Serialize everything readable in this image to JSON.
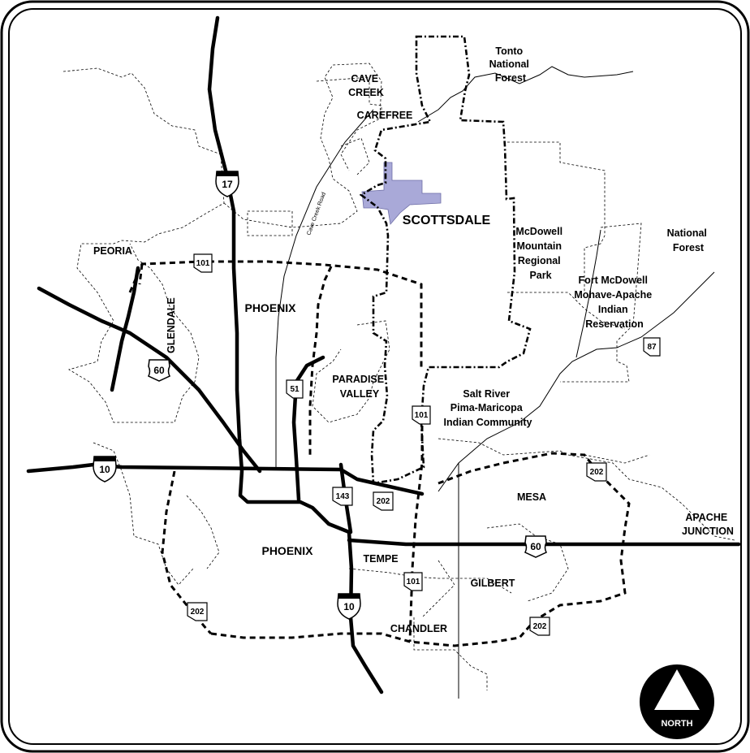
{
  "places": {
    "tonto": [
      "Tonto",
      "National",
      "Forest"
    ],
    "cave_creek": [
      "CAVE",
      "CREEK"
    ],
    "carefree": "CAREFREE",
    "scottsdale": "SCOTTSDALE",
    "mcdowell": [
      "McDowell",
      "Mountain",
      "Regional",
      "Park"
    ],
    "national_forest": [
      "National",
      "Forest"
    ],
    "fort_mcdowell": [
      "Fort McDowell",
      "Mohave-Apache",
      "Indian",
      "Reservation"
    ],
    "peoria": "PEORIA",
    "glendale": "GLENDALE",
    "phoenix_north": "PHOENIX",
    "phoenix_south": "PHOENIX",
    "paradise_valley": [
      "PARADISE",
      "VALLEY"
    ],
    "salt_river": [
      "Salt River",
      "Pima-Maricopa",
      "Indian Community"
    ],
    "mesa": "MESA",
    "apache_junction": [
      "APACHE",
      "JUNCTION"
    ],
    "tempe": "TEMPE",
    "gilbert": "GILBERT",
    "chandler": "CHANDLER"
  },
  "roads": {
    "cave_creek_road": "Cave Creek Road"
  },
  "shields": {
    "i17": "17",
    "i10_west": "10",
    "i10_south": "10",
    "us60_west": "60",
    "us60_east": "60",
    "sr101_north": "101",
    "sr101_central": "101",
    "sr101_south": "101",
    "sr51": "51",
    "sr143": "143",
    "sr202_central": "202",
    "sr202_east": "202",
    "sr202_southeast": "202",
    "sr202_southwest": "202",
    "sr87": "87"
  },
  "compass": {
    "label": "NORTH"
  },
  "colors": {
    "scottsdale_highlight": "#a9a9d8",
    "border": "#000000",
    "background": "#ffffff"
  }
}
